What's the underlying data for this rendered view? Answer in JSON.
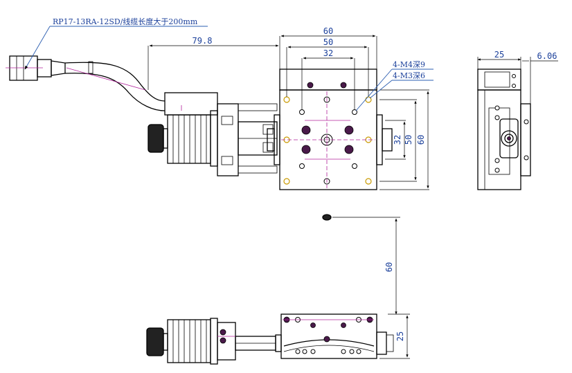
{
  "drawing": {
    "cable_note": "RP17-13RA-12SD/线缆长度大于200mm",
    "callouts": {
      "m4": "4-M4深9",
      "m3": "4-M3深6"
    },
    "dims": {
      "top_overall": "79.8",
      "top_width_60": "60",
      "top_width_50": "50",
      "top_width_32": "32",
      "top_side_32": "32",
      "top_side_50": "50",
      "top_side_60": "60",
      "side_width_25": "25",
      "side_offset": "6.06",
      "front_height_60": "60",
      "front_height_25": "25"
    }
  }
}
